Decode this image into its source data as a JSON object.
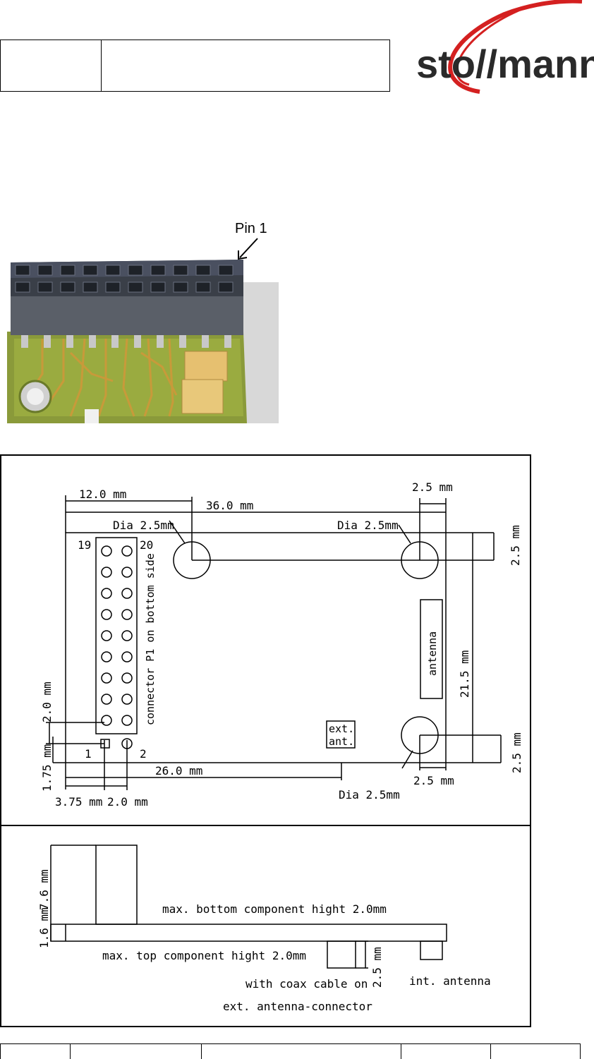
{
  "header": {
    "logo_text": "sto//mann"
  },
  "photo": {
    "pin_label": "Pin 1"
  },
  "drawing": {
    "dim_12": "12.0 mm",
    "dim_36": "36.0 mm",
    "dim_25_top": "2.5 mm",
    "dia_left": "Dia 2.5mm",
    "dia_right": "Dia 2.5mm",
    "pin_19": "19",
    "pin_20": "20",
    "pin_1": "1",
    "pin_2": "2",
    "connector_label": "connector P1 on bottom side",
    "antenna_label": "antenna",
    "ext_label_1": "ext.",
    "ext_label_2": "ant.",
    "dim_25_right_top": "2.5 mm",
    "dim_215": "21.5 mm",
    "dim_25_right_bottom": "2.5 mm",
    "dim_25_bottom": "2.5 mm",
    "dia_bottom": "Dia 2.5mm",
    "dim_26": "26.0 mm",
    "dim_20_left": "2.0 mm",
    "dim_175": "1.75 mm",
    "dim_375": "3.75 mm",
    "dim_20_bottom": "2.0 mm",
    "side_76": "7.6 mm",
    "side_16": "1.6 mm",
    "side_max_bottom": "max. bottom component hight 2.0mm",
    "side_max_top": "max. top component hight 2.0mm",
    "side_25": "2.5 mm",
    "side_coax": "with coax cable on",
    "side_ext_conn": "ext. antenna-connector",
    "side_int_ant": "int. antenna"
  },
  "colors": {
    "logo_red": "#d42020",
    "logo_gray": "#2a2a2a",
    "pcb_green": "#8a9a3a",
    "connector_dark": "#3a3f48"
  }
}
